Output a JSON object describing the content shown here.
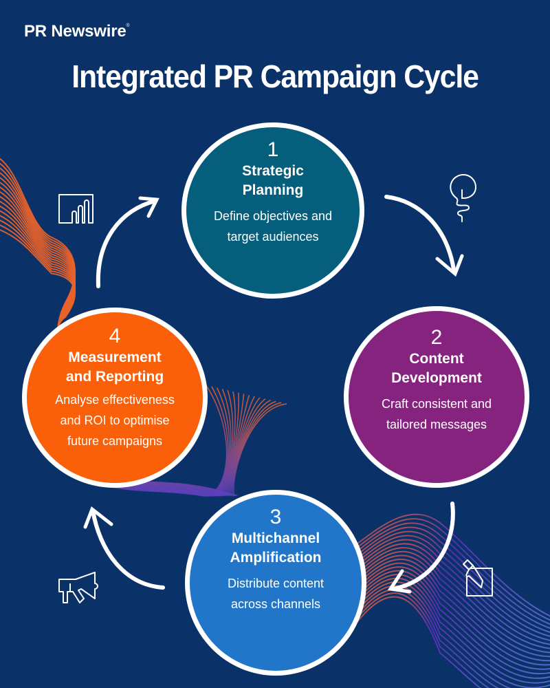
{
  "brand": {
    "name": "PR Newswire",
    "mark": "®"
  },
  "title": "Integrated PR Campaign Cycle",
  "colors": {
    "background": "#0a3268",
    "step1": "#055e7c",
    "step2": "#85237f",
    "step3": "#2176c9",
    "step4": "#fa5f0a",
    "wave_orange": "#e8622a",
    "wave_purple": "#5a3fc0"
  },
  "steps": [
    {
      "number": "1",
      "name_line1": "Strategic",
      "name_line2": "Planning",
      "desc_line1": "Define objectives and",
      "desc_line2": "target audiences",
      "icon": "lightbulb-icon"
    },
    {
      "number": "2",
      "name_line1": "Content",
      "name_line2": "Development",
      "desc_line1": "Craft consistent and",
      "desc_line2": "tailored messages",
      "icon": "pencil-document-icon"
    },
    {
      "number": "3",
      "name_line1": "Multichannel",
      "name_line2": "Amplification",
      "desc_line1": "Distribute content",
      "desc_line2": "across channels",
      "icon": "megaphone-icon"
    },
    {
      "number": "4",
      "name_line1": "Measurement",
      "name_line2": "and Reporting",
      "desc_line1": "Analyse effectiveness",
      "desc_line2": "and ROI to optimise",
      "desc_line3": "future campaigns",
      "icon": "bar-chart-icon"
    }
  ],
  "flow": [
    "1 to 2",
    "2 to 3",
    "3 to 4",
    "4 to 1"
  ]
}
